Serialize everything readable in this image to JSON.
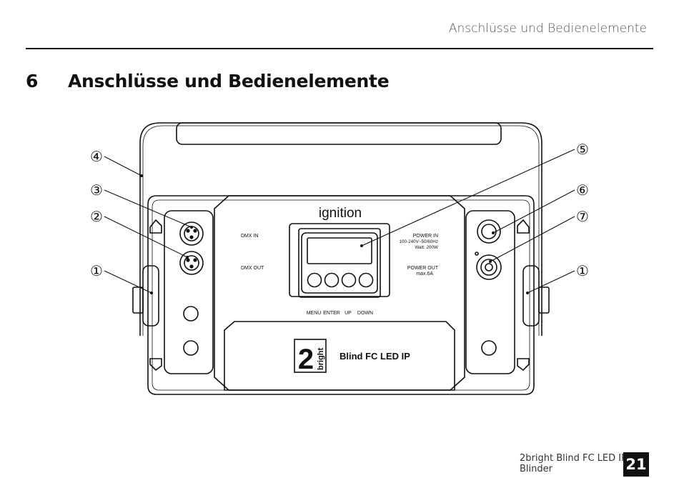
{
  "header": {
    "running_title": "Anschlüsse und Bedienelemente"
  },
  "chapter": {
    "number": "6",
    "title": "Anschlüsse und Bedienelemente"
  },
  "figure": {
    "callouts": [
      "①",
      "②",
      "③",
      "④",
      "⑤",
      "⑥",
      "⑦",
      "①"
    ],
    "panel_labels": {
      "brand": "ignition",
      "dmx_in": "DMX IN",
      "dmx_out": "DMX OUT",
      "power_in": "POWER IN",
      "power_in_voltage": "100-240V~50/60Hz",
      "power_in_watt": "Watt: 200W",
      "power_out": "POWER OUT",
      "power_out_max": "max.6A",
      "buttons": [
        "MENU",
        "ENTER",
        "UP",
        "DOWN"
      ],
      "logo_number": "2",
      "logo_word": "bright",
      "model": "Blind FC LED IP"
    }
  },
  "footer": {
    "product_line1": "2bright Blind FC LED IP",
    "product_line2": "Blinder",
    "page_number": "21"
  }
}
